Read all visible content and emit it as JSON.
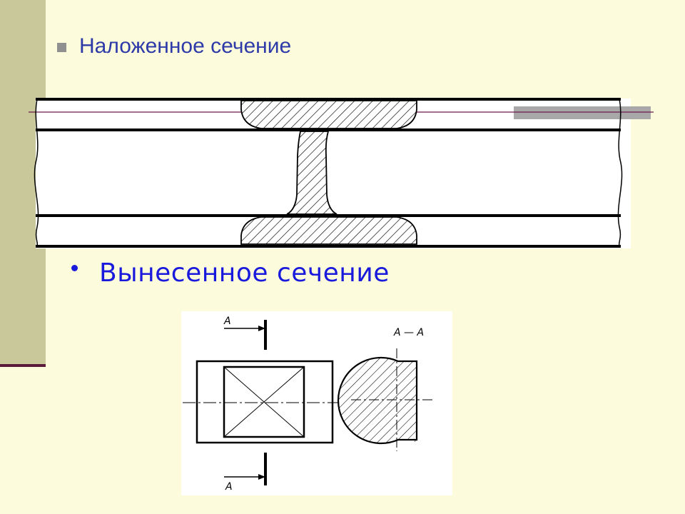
{
  "slide": {
    "title": "Наложенное сечение",
    "subtitle": "Вынесенное сечение"
  },
  "drawing": {
    "label_top_arrow": "А",
    "label_bottom_arrow": "А",
    "label_section": "А — А"
  },
  "colors": {
    "background": "#fcfcdc",
    "left_bar": "#c8c89a",
    "title": "#2d3aa8",
    "subtitle": "#1a1add",
    "accent_line": "#5a1a3a"
  }
}
